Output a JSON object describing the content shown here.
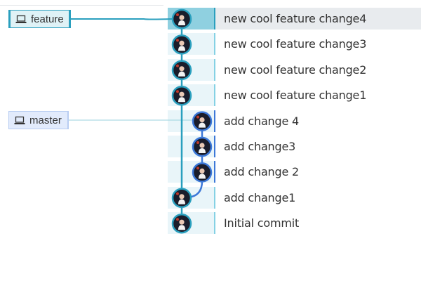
{
  "branches": {
    "feature": {
      "label": "feature",
      "icon": "laptop-icon"
    },
    "master": {
      "label": "master",
      "icon": "laptop-icon"
    }
  },
  "commits": [
    {
      "message": "new cool feature change4",
      "branch": "feature",
      "selected": true
    },
    {
      "message": "new cool feature change3",
      "branch": "feature",
      "selected": false
    },
    {
      "message": "new cool feature change2",
      "branch": "feature",
      "selected": false
    },
    {
      "message": "new cool feature change1",
      "branch": "feature",
      "selected": false
    },
    {
      "message": "add change 4",
      "branch": "master",
      "selected": false
    },
    {
      "message": "add change3",
      "branch": "master",
      "selected": false
    },
    {
      "message": "add change 2",
      "branch": "master",
      "selected": false
    },
    {
      "message": "add change1",
      "branch": "feature",
      "selected": false
    },
    {
      "message": "Initial commit",
      "branch": "feature",
      "selected": false
    }
  ],
  "colors": {
    "feature": "#2a9fbe",
    "master": "#3c78d8",
    "selected_row": "#e8ebee"
  }
}
